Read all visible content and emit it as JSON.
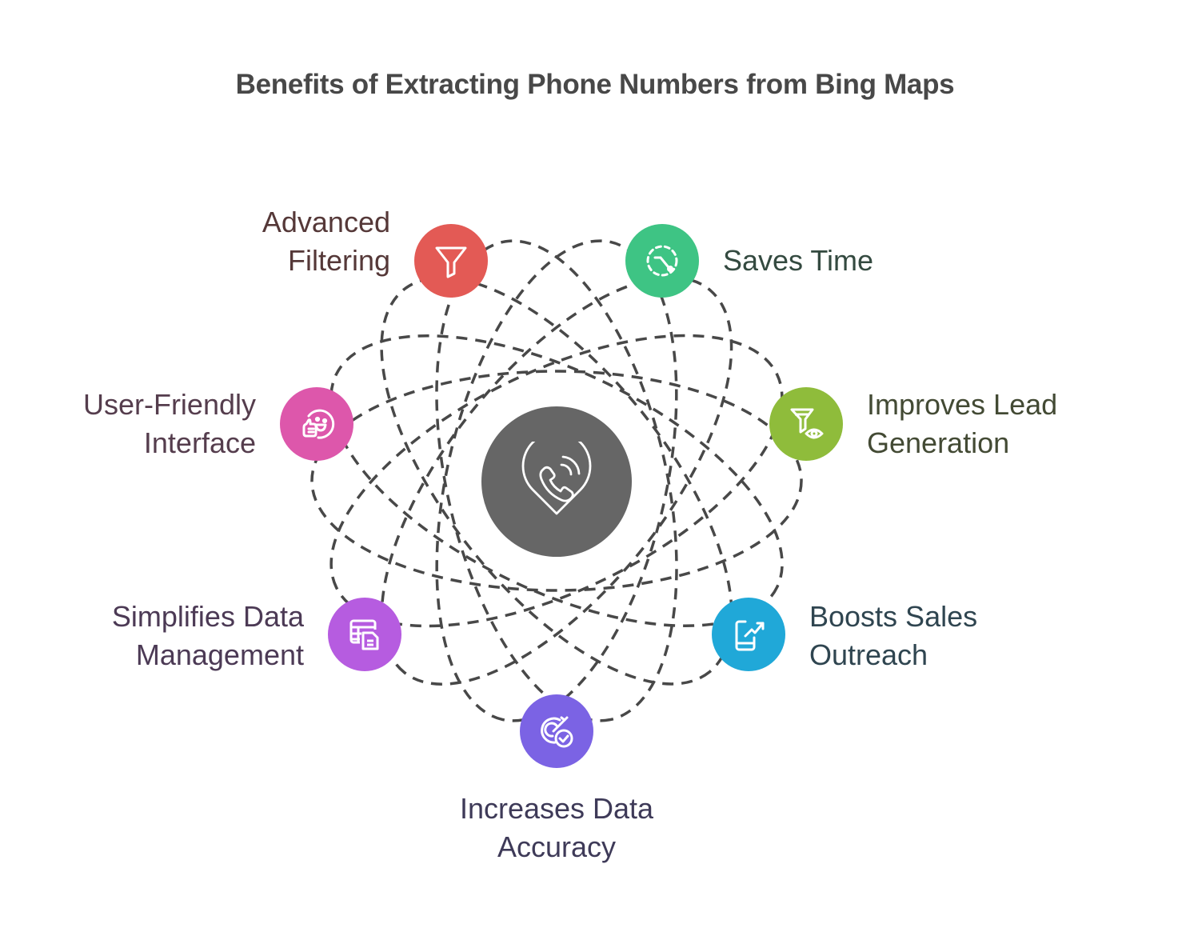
{
  "title": "Benefits of Extracting Phone Numbers from Bing Maps",
  "center": {
    "icon": "phone-location-pin-icon",
    "color": "#666666"
  },
  "benefits": [
    {
      "id": "advanced-filtering",
      "line1": "Advanced",
      "line2": "Filtering",
      "icon": "funnel-filter-icon",
      "color": "#E35A55",
      "text_color": "#553838"
    },
    {
      "id": "saves-time",
      "line1": "Saves Time",
      "line2": "",
      "icon": "clock-dashed-icon",
      "color": "#3EC484",
      "text_color": "#344A40"
    },
    {
      "id": "improves-lead-generation",
      "line1": "Improves Lead",
      "line2": "Generation",
      "icon": "funnel-eye-icon",
      "color": "#8FBC3B",
      "text_color": "#434A34"
    },
    {
      "id": "boosts-sales-outreach",
      "line1": "Boosts Sales",
      "line2": "Outreach",
      "icon": "phone-trend-up-icon",
      "color": "#20A8D8",
      "text_color": "#2F4550"
    },
    {
      "id": "increases-data-accuracy",
      "line1": "Increases Data",
      "line2": "Accuracy",
      "icon": "target-check-icon",
      "color": "#7B63E4",
      "text_color": "#3E3A58"
    },
    {
      "id": "simplifies-data-management",
      "line1": "Simplifies Data",
      "line2": "Management",
      "icon": "table-document-icon",
      "color": "#B65CE0",
      "text_color": "#4C3A55"
    },
    {
      "id": "user-friendly-interface",
      "line1": "User-Friendly",
      "line2": "Interface",
      "icon": "smiley-thumbs-up-icon",
      "color": "#DD57AB",
      "text_color": "#553D4D"
    }
  ]
}
